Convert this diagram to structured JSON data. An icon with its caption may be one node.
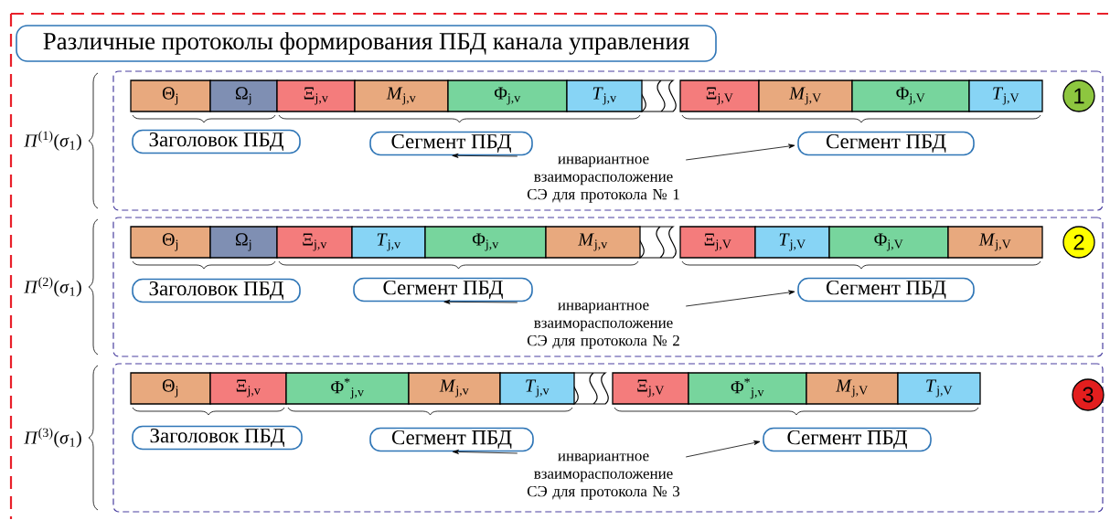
{
  "diagram": {
    "title": "Различные протоколы формирования ПБД канала управления",
    "nodes": [
      {
        "text": [
          "*Π*$^{(1)}$(*σ*$_{1}$)"
        ]
      },
      {
        "text": [
          "Θ$_{j}$"
        ],
        "in": 0
      },
      {
        "text": [
          "Ω$_{j}$"
        ],
        "in": 0
      },
      {
        "text": [
          "Ξ$_{j,v}$"
        ],
        "in": 0
      },
      {
        "text": [
          "*M*$_{j,v}$"
        ],
        "in": 0
      },
      {
        "text": [
          "Φ$_{j,v}$"
        ],
        "in": 0
      },
      {
        "text": [
          "*T*$_{j,v}$"
        ],
        "in": 0
      },
      {
        "text": [
          "Ξ$_{j,V}$"
        ],
        "in": 0
      },
      {
        "text": [
          "*M*$_{j,V}$"
        ],
        "in": 0
      },
      {
        "text": [
          "Φ$_{j,V}$"
        ],
        "in": 0
      },
      {
        "text": [
          "*T*$_{j,V}$"
        ],
        "in": 0
      },
      {
        "text": [
          "1"
        ],
        "in": 0
      },
      {
        "text": [
          "Заголовок ПБД"
        ],
        "in": 0
      },
      {
        "text": [
          "Сегмент ПБД"
        ],
        "in": 0
      },
      {
        "text": [
          "Сегмент ПБД"
        ],
        "in": 0
      },
      {
        "text": [
          "инвариантное взаиморасположение СЭ для протокола № 1"
        ],
        "in": 0
      },
      {
        "text": [
          "*Π*$^{(2)}$(*σ*$_{1}$)"
        ]
      },
      {
        "text": [
          "Θ$_{j}$"
        ],
        "in": 16
      },
      {
        "text": [
          "Ω$_{j}$"
        ],
        "in": 16
      },
      {
        "text": [
          "Ξ$_{j,v}$"
        ],
        "in": 16
      },
      {
        "text": [
          "*T*$_{j,v}$"
        ],
        "in": 16
      },
      {
        "text": [
          "Φ$_{j,v}$"
        ],
        "in": 16
      },
      {
        "text": [
          "*M*$_{j,v}$"
        ],
        "in": 16
      },
      {
        "text": [
          "Ξ$_{j,V}$"
        ],
        "in": 16
      },
      {
        "text": [
          "*T*$_{j,V}$"
        ],
        "in": 16
      },
      {
        "text": [
          "Φ$_{j,V}$"
        ],
        "in": 16
      },
      {
        "text": [
          "*M*$_{j,V}$"
        ],
        "in": 16
      },
      {
        "text": [
          "2"
        ],
        "in": 16
      },
      {
        "text": [
          "Заголовок ПБД"
        ],
        "in": 16
      },
      {
        "text": [
          "Сегмент ПБД"
        ],
        "in": 16
      },
      {
        "text": [
          "Сегмент ПБД"
        ],
        "in": 16
      },
      {
        "text": [
          "инвариантное взаиморасположение СЭ для протокола № 2"
        ],
        "in": 16
      },
      {
        "text": [
          "*Π*$^{(3)}$(*σ*$_{1}$)"
        ]
      },
      {
        "text": [
          "Θ$_{j}$"
        ],
        "in": 32
      },
      {
        "text": [
          "Ξ$_{j,v}$"
        ],
        "in": 32
      },
      {
        "text": [
          "Φ$^{*}$$_{j,v}$"
        ],
        "in": 32
      },
      {
        "text": [
          "*M*$_{j,v}$"
        ],
        "in": 32
      },
      {
        "text": [
          "*T*$_{j,v}$"
        ],
        "in": 32
      },
      {
        "text": [
          "Ξ$_{j,V}$"
        ],
        "in": 32
      },
      {
        "text": [
          "Φ$^{*}$$_{j,v}$"
        ],
        "in": 32
      },
      {
        "text": [
          "*M*$_{j,V}$"
        ],
        "in": 32
      },
      {
        "text": [
          "*T*$_{j,V}$"
        ],
        "in": 32
      },
      {
        "text": [
          "3"
        ],
        "in": 32
      },
      {
        "text": [
          "Заголовок ПБД"
        ],
        "in": 32
      },
      {
        "text": [
          "Сегмент ПБД"
        ],
        "in": 32
      },
      {
        "text": [
          "Сегмент ПБД"
        ],
        "in": 32
      },
      {
        "text": [
          "инвариантное взаиморасположение СЭ для протокола № 3"
        ],
        "in": 32
      }
    ],
    "edges": [
      {
        "from": 15,
        "to": 13,
        "arrow": "to"
      },
      {
        "from": 15,
        "to": 14,
        "arrow": "to"
      },
      {
        "from": 31,
        "to": 29,
        "arrow": "to"
      },
      {
        "from": 31,
        "to": 30,
        "arrow": "to"
      },
      {
        "from": 46,
        "to": 44,
        "arrow": "to"
      },
      {
        "from": 46,
        "to": 45,
        "arrow": "to"
      }
    ]
  }
}
